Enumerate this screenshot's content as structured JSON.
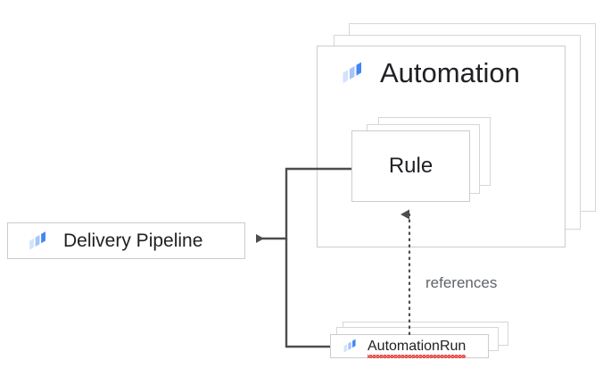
{
  "diagram": {
    "title": "Automation relationship diagram",
    "background_color": "#ffffff",
    "line_color": "#5f6368",
    "card_border_color": "#cccccc",
    "text_color": "#202124",
    "label_color": "#5f6368",
    "accent_color": "#4285f4",
    "accent_light_color": "#a5c4f7",
    "accent_lighter_color": "#d2e3fc",
    "spellcheck_underline_color": "#e53935"
  },
  "nodes": {
    "automation_group": {
      "label": "Automation",
      "icon": "cloud-deploy-icon",
      "stack_count": 3
    },
    "rule": {
      "label": "Rule",
      "stack_count": 3
    },
    "delivery_pipeline": {
      "label": "Delivery Pipeline",
      "icon": "cloud-deploy-icon"
    },
    "automation_run": {
      "label": "AutomationRun",
      "icon": "cloud-deploy-icon",
      "stack_count": 3,
      "spellcheck_flagged": true
    }
  },
  "edges": [
    {
      "id": "rule-to-delivery-pipeline",
      "from": "rule",
      "to": "delivery_pipeline",
      "style": "solid",
      "arrow": "single",
      "label": ""
    },
    {
      "id": "automationrun-to-delivery-pipeline",
      "from": "automation_run",
      "to": "delivery_pipeline",
      "style": "solid",
      "arrow": "single",
      "label": ""
    },
    {
      "id": "automationrun-references-rule",
      "from": "automation_run",
      "to": "rule",
      "style": "dotted",
      "arrow": "single",
      "label": "references"
    }
  ]
}
